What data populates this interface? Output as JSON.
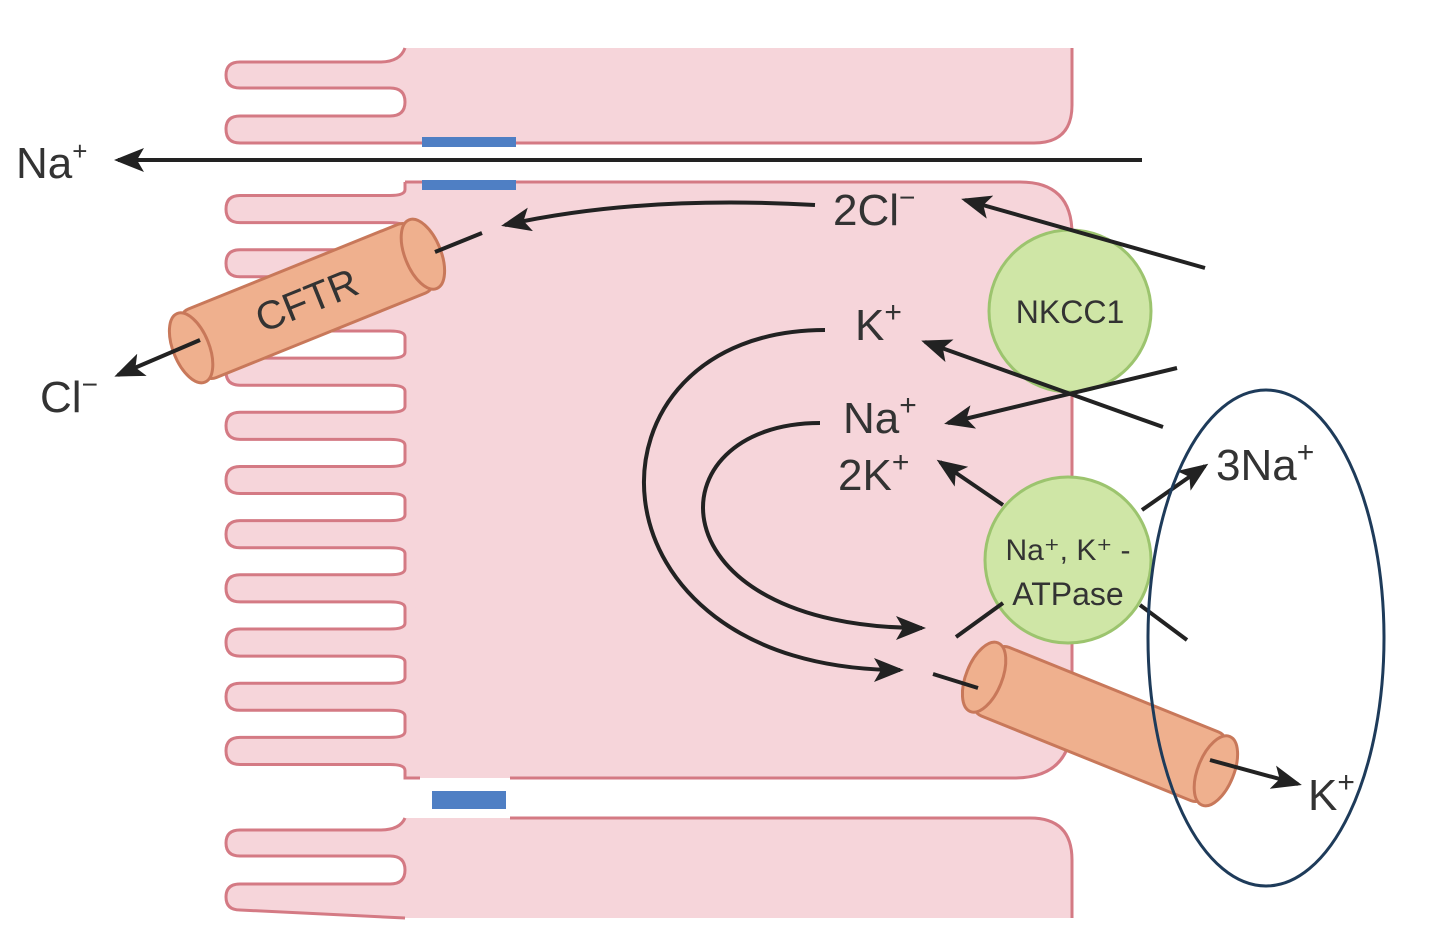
{
  "labels": {
    "na_out_top": "Na",
    "na_out_top_sup": "+",
    "cl_out": "Cl",
    "cl_out_sup": "−",
    "cl_in": "2Cl",
    "cl_in_sup": "−",
    "k_in": "K",
    "k_in_sup": "+",
    "na_in": "Na",
    "na_in_sup": "+",
    "k2_in": "2K",
    "k2_in_sup": "+",
    "na3_out": "3Na",
    "na3_out_sup": "+",
    "k_out": "K",
    "k_out_sup": "+"
  },
  "channels": {
    "cftr": "CFTR",
    "nkcc1": "NKCC1",
    "atpase_line1": "Na⁺, K⁺ -",
    "atpase_line2": "ATPase"
  },
  "colors": {
    "cell_fill": "#f6d5da",
    "cell_stroke": "#d47a84",
    "junction": "#4f7fc4",
    "cylinder_fill": "#efb08e",
    "cylinder_stroke": "#c8785a",
    "transporter_fill": "#cfe6a6",
    "transporter_stroke": "#9cc46e",
    "arrow": "#222222",
    "highlight_ellipse": "#1e3b5a"
  }
}
